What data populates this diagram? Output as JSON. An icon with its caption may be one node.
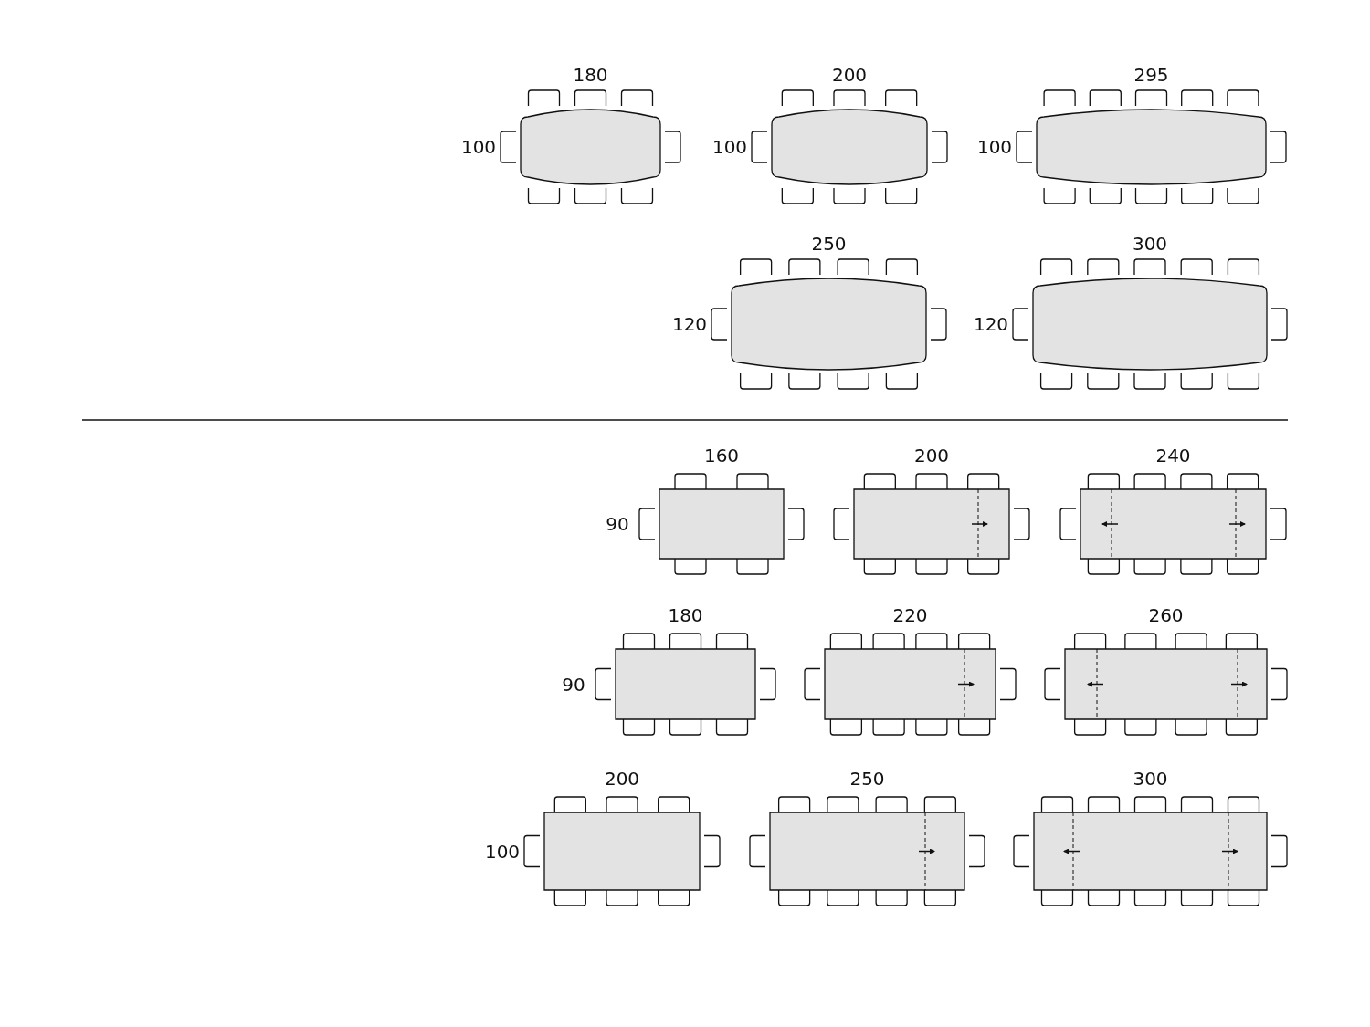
{
  "diagram": {
    "labels": [
      "180",
      "200",
      "295",
      "100",
      "100",
      "100",
      "250",
      "300",
      "120",
      "120",
      "160",
      "200",
      "240",
      "90",
      "180",
      "220",
      "260",
      "90",
      "200",
      "250",
      "300",
      "100"
    ]
  }
}
